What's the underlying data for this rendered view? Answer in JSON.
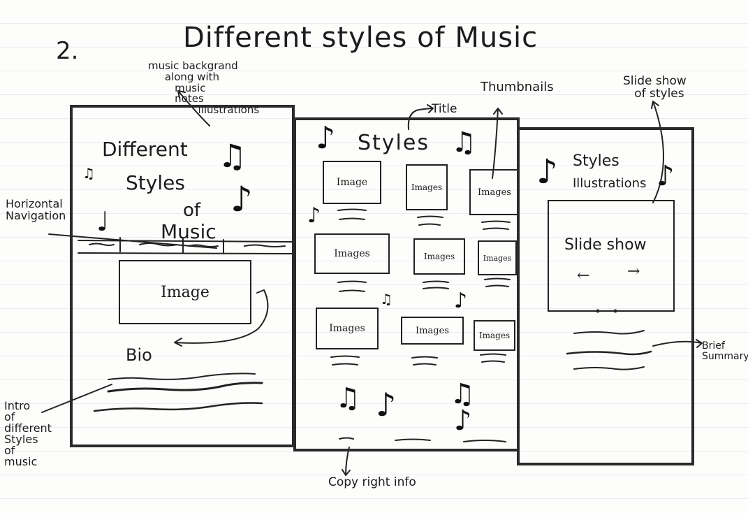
{
  "sheet": {
    "number": "2.",
    "title": "Different styles of Music"
  },
  "annotations": {
    "music_background": "music backgrand\n     along with\n        music\n        notes\n               illustrations",
    "title": "Title",
    "thumbnails": "Thumbnails",
    "slideshow_of_styles": "Slide show\n   of styles",
    "horizontal_navigation": "Horizontal\nNavigation",
    "intro": "Intro\nof\ndifferent\nStyles\nof\nmusic",
    "copyright": "Copy right info",
    "brief_summary": "Brief\nSummary"
  },
  "panel1": {
    "heading_line1": "Different",
    "heading_line2": "Styles",
    "heading_line3": "of",
    "heading_line4": "Music",
    "image_label": "Image",
    "bio_label": "Bio"
  },
  "panel2": {
    "heading": "Styles",
    "thumbnails": [
      "Image",
      "Images",
      "Images",
      "Images",
      "Images",
      "Images",
      "Images",
      "Images",
      "Images"
    ]
  },
  "panel3": {
    "heading_line1": "Styles",
    "heading_line2": "Illustrations",
    "slideshow_label": "Slide show",
    "prev_arrow": "←",
    "next_arrow": "→"
  },
  "icons": {
    "note": "music-note-icon",
    "beamed": "beamed-notes-icon"
  }
}
